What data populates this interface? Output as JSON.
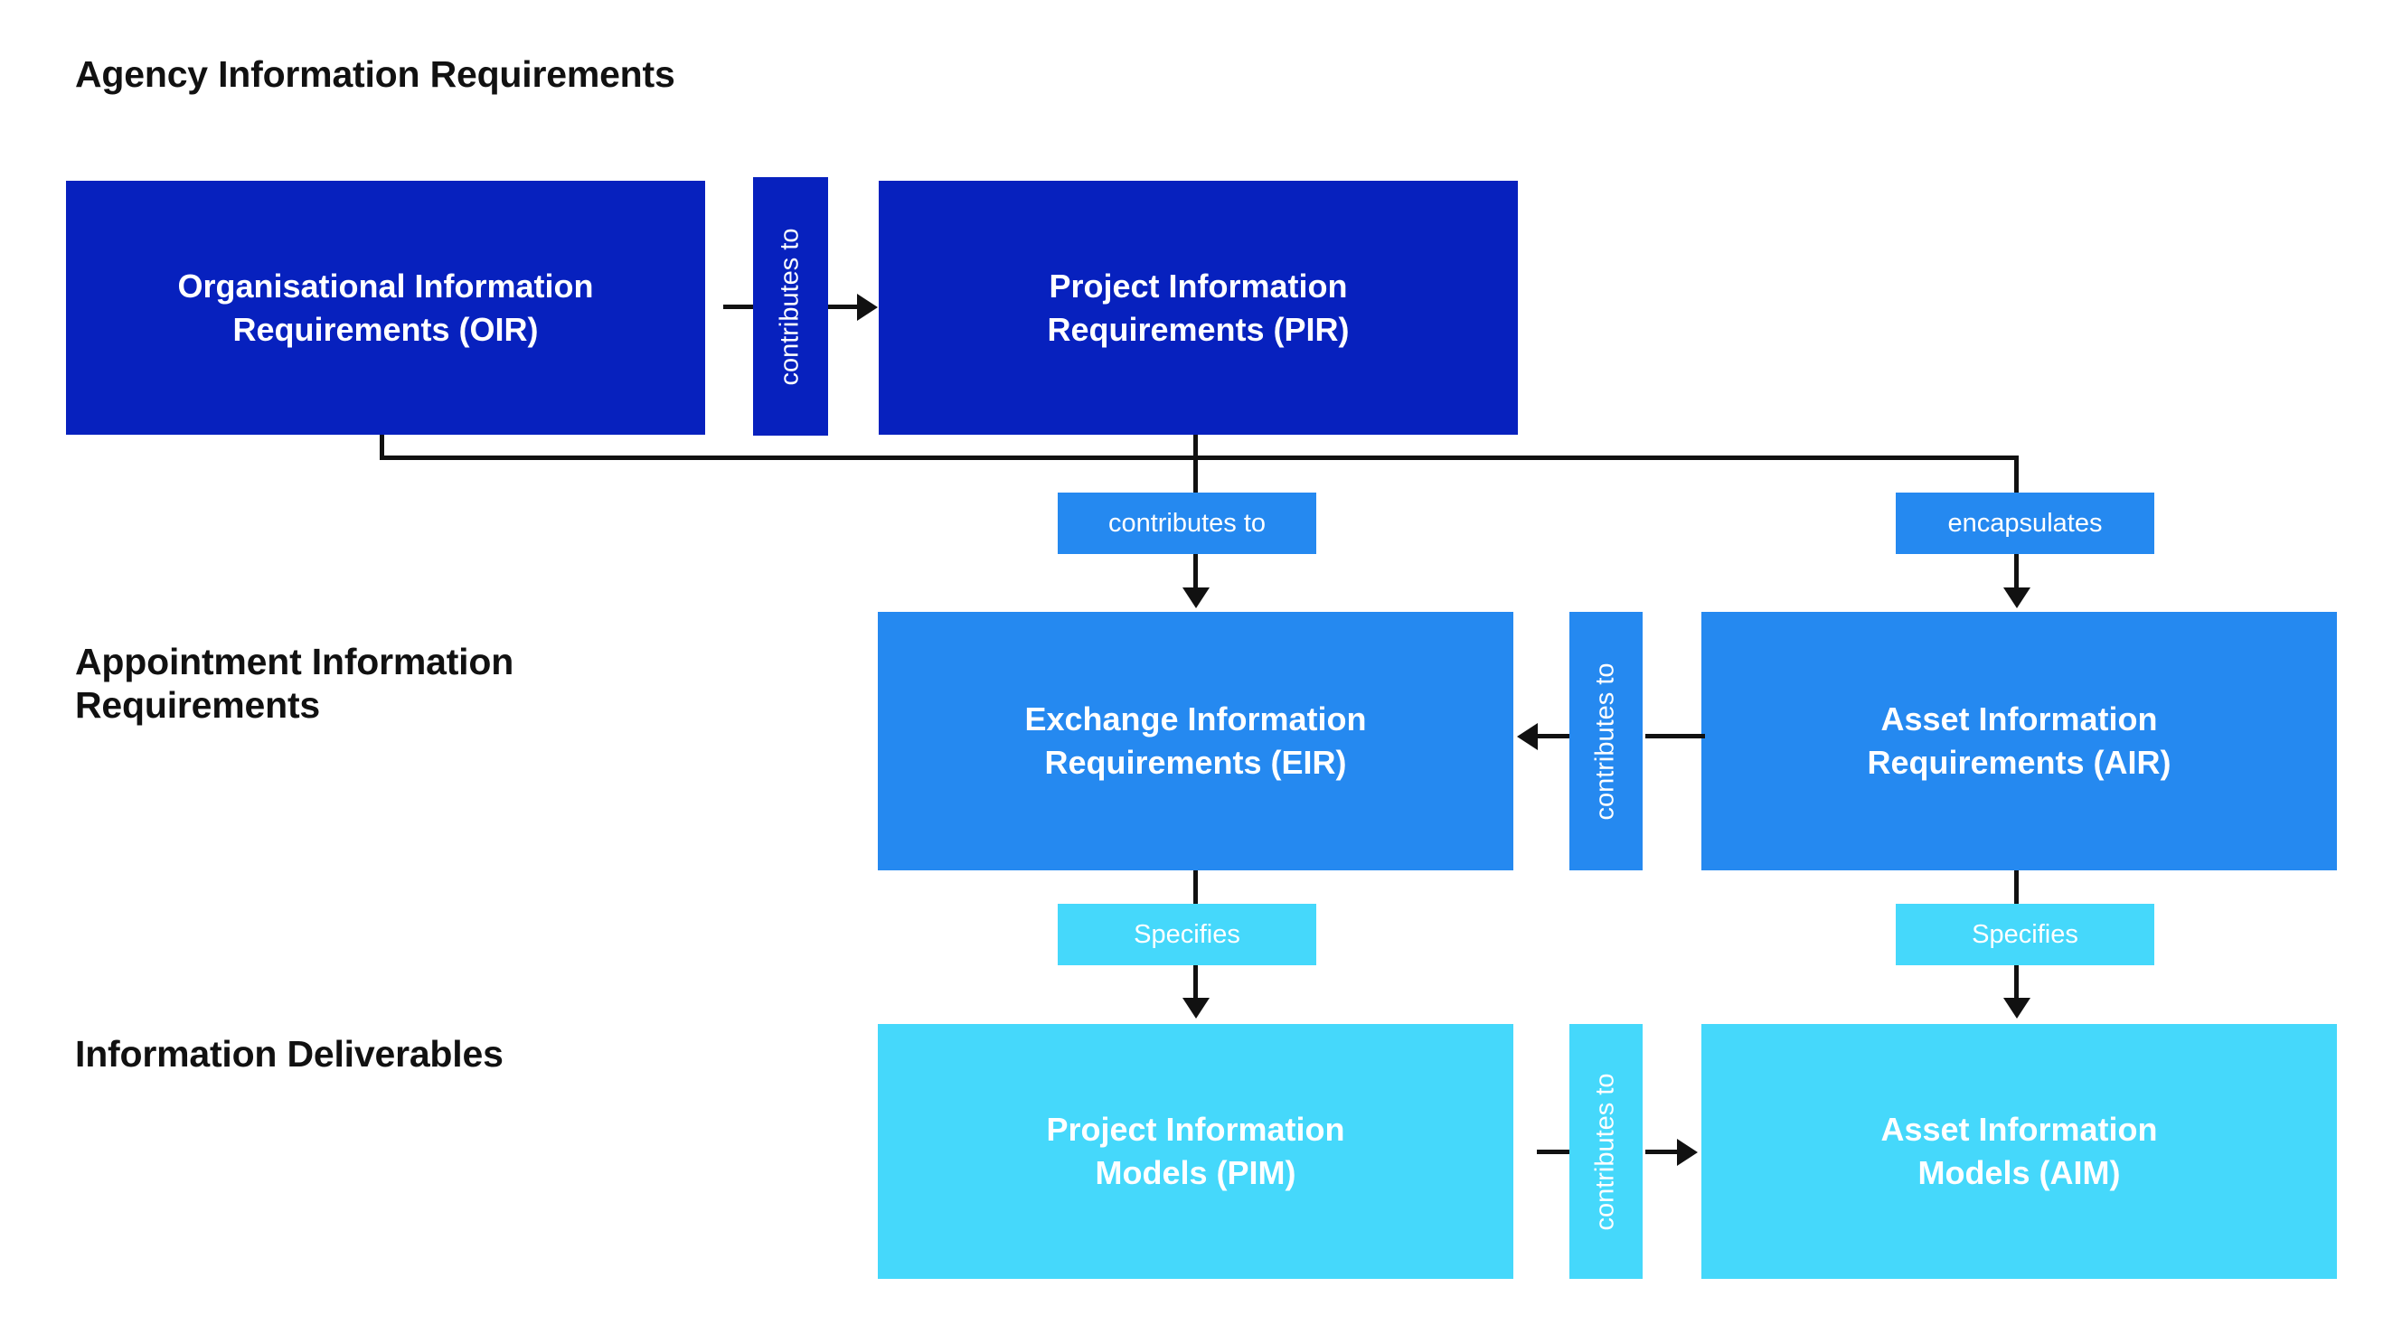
{
  "diagram": {
    "title": "Agency Information Requirements",
    "background_color": "#ffffff",
    "palette": {
      "dark_blue": "#0721BE",
      "mid_blue": "#2589F0",
      "light_cyan": "#45D8FB",
      "connector": "#111111",
      "text_on_fill": "#ffffff",
      "heading_text": "#111111"
    },
    "sections": [
      {
        "id": "agency",
        "label": "Agency Information Requirements"
      },
      {
        "id": "appointment",
        "label": "Appointment Information\nRequirements"
      },
      {
        "id": "deliverables",
        "label": "Information Deliverables"
      }
    ],
    "nodes": [
      {
        "id": "oir",
        "label": "Organisational Information\nRequirements (OIR)",
        "tier": "dark"
      },
      {
        "id": "pir",
        "label": "Project Information\nRequirements (PIR)",
        "tier": "dark"
      },
      {
        "id": "eir",
        "label": "Exchange Information\nRequirements (EIR)",
        "tier": "mid"
      },
      {
        "id": "air",
        "label": "Asset Information\nRequirements (AIR)",
        "tier": "mid"
      },
      {
        "id": "pim",
        "label": "Project Information\nModels (PIM)",
        "tier": "light"
      },
      {
        "id": "aim",
        "label": "Asset Information\nModels (AIM)",
        "tier": "light"
      }
    ],
    "edges": [
      {
        "id": "oir-pir",
        "from": "oir",
        "to": "pir",
        "label": "contributes to",
        "tier": "dark",
        "orientation": "vertical",
        "direction": "right"
      },
      {
        "id": "pir-eir",
        "from": "pir",
        "to": "eir",
        "label": "contributes to",
        "tier": "mid",
        "orientation": "horizontal",
        "direction": "down"
      },
      {
        "id": "oir-air",
        "from": "oir",
        "to": "air",
        "label": "encapsulates",
        "tier": "mid",
        "orientation": "horizontal",
        "direction": "down"
      },
      {
        "id": "air-eir",
        "from": "air",
        "to": "eir",
        "label": "contributes to",
        "tier": "mid",
        "orientation": "vertical",
        "direction": "left"
      },
      {
        "id": "eir-pim",
        "from": "eir",
        "to": "pim",
        "label": "Specifies",
        "tier": "light",
        "orientation": "horizontal",
        "direction": "down"
      },
      {
        "id": "air-aim",
        "from": "air",
        "to": "aim",
        "label": "Specifies",
        "tier": "light",
        "orientation": "horizontal",
        "direction": "down"
      },
      {
        "id": "pim-aim",
        "from": "pim",
        "to": "aim",
        "label": "contributes to",
        "tier": "light",
        "orientation": "vertical",
        "direction": "right"
      }
    ]
  }
}
